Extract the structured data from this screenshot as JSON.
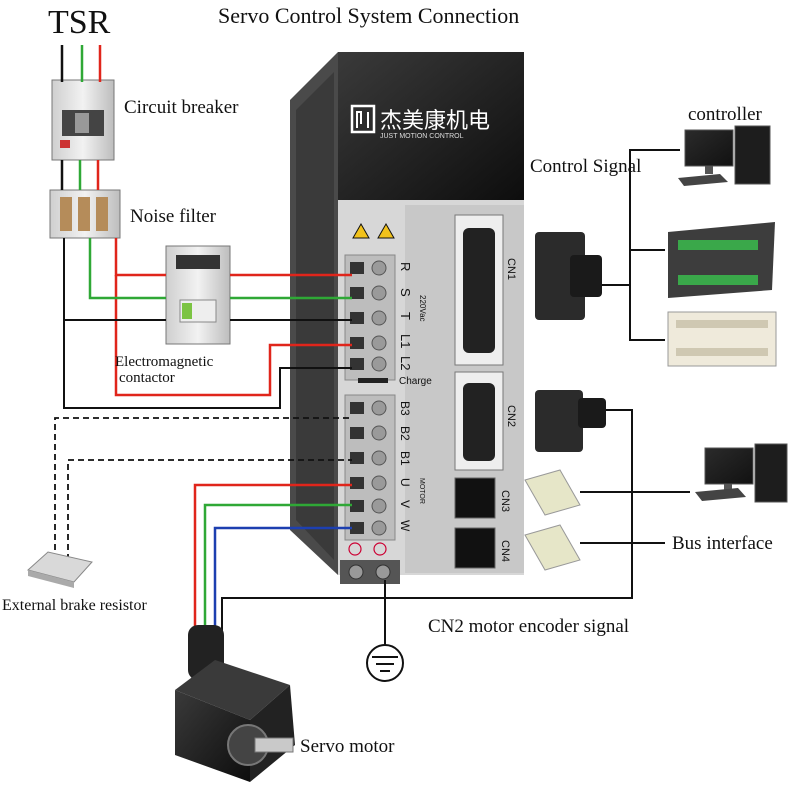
{
  "title": "Servo Control System Connection",
  "labels": {
    "tsr": "TSR",
    "circuit_breaker": "Circuit breaker",
    "noise_filter": "Noise filter",
    "contactor_line1": "Electromagnetic",
    "contactor_line2": "contactor",
    "external_brake_resistor": "External brake resistor",
    "servo_motor": "Servo motor",
    "cn2_encoder": "CN2 motor encoder signal",
    "bus_interface": "Bus interface",
    "control_signal": "Control Signal",
    "controller": "controller"
  },
  "drive": {
    "brand_cn": "杰美康机电",
    "brand_en": "JUST MOTION CONTROL",
    "terminals_top": [
      "R",
      "S",
      "T",
      "L1",
      "L2"
    ],
    "voltage": "220Vac",
    "charge": "Charge",
    "terminals_bottom": [
      "B3",
      "B2",
      "B1",
      "U",
      "V",
      "W"
    ],
    "motor": "MOTOR",
    "ports": [
      "CN1",
      "CN2",
      "CN3",
      "CN4"
    ]
  },
  "colors": {
    "red_wire": "#e0251b",
    "green_wire": "#2fa836",
    "blue_wire": "#1d3fb0",
    "black_wire": "#111111"
  }
}
